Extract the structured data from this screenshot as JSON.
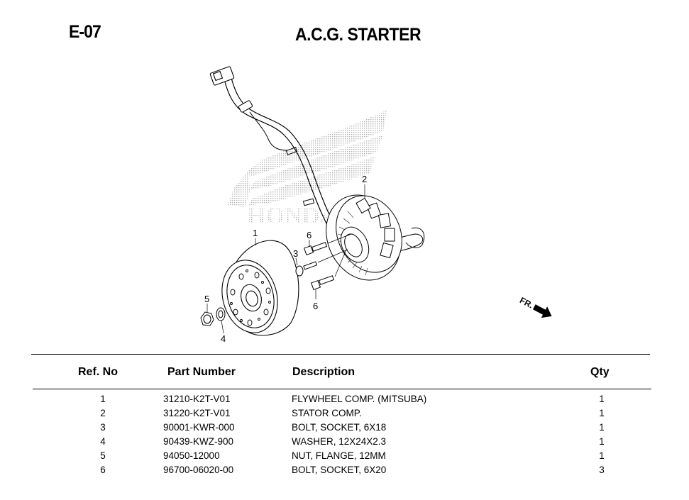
{
  "page": {
    "code": "E-07",
    "title": "A.C.G. STARTER"
  },
  "diagram": {
    "callouts": [
      "1",
      "2",
      "3",
      "4",
      "5",
      "6",
      "6"
    ],
    "direction_label": "FR.",
    "watermark_text": "HONDA",
    "icons": [
      "front-direction-arrow-icon",
      "honda-wing-watermark-icon"
    ]
  },
  "table": {
    "headers": {
      "ref": "Ref. No",
      "part": "Part Number",
      "desc": "Description",
      "qty": "Qty"
    },
    "rows": [
      {
        "ref": "1",
        "part": "31210-K2T-V01",
        "desc": "FLYWHEEL COMP. (MITSUBA)",
        "qty": "1"
      },
      {
        "ref": "2",
        "part": "31220-K2T-V01",
        "desc": "STATOR COMP.",
        "qty": "1"
      },
      {
        "ref": "3",
        "part": "90001-KWR-000",
        "desc": "BOLT, SOCKET, 6X18",
        "qty": "1"
      },
      {
        "ref": "4",
        "part": "90439-KWZ-900",
        "desc": "WASHER, 12X24X2.3",
        "qty": "1"
      },
      {
        "ref": "5",
        "part": "94050-12000",
        "desc": "NUT, FLANGE, 12MM",
        "qty": "1"
      },
      {
        "ref": "6",
        "part": "96700-06020-00",
        "desc": "BOLT, SOCKET, 6X20",
        "qty": "3"
      }
    ]
  },
  "colors": {
    "ink": "#000000",
    "watermark": "#c8c8c8",
    "background": "#ffffff"
  }
}
